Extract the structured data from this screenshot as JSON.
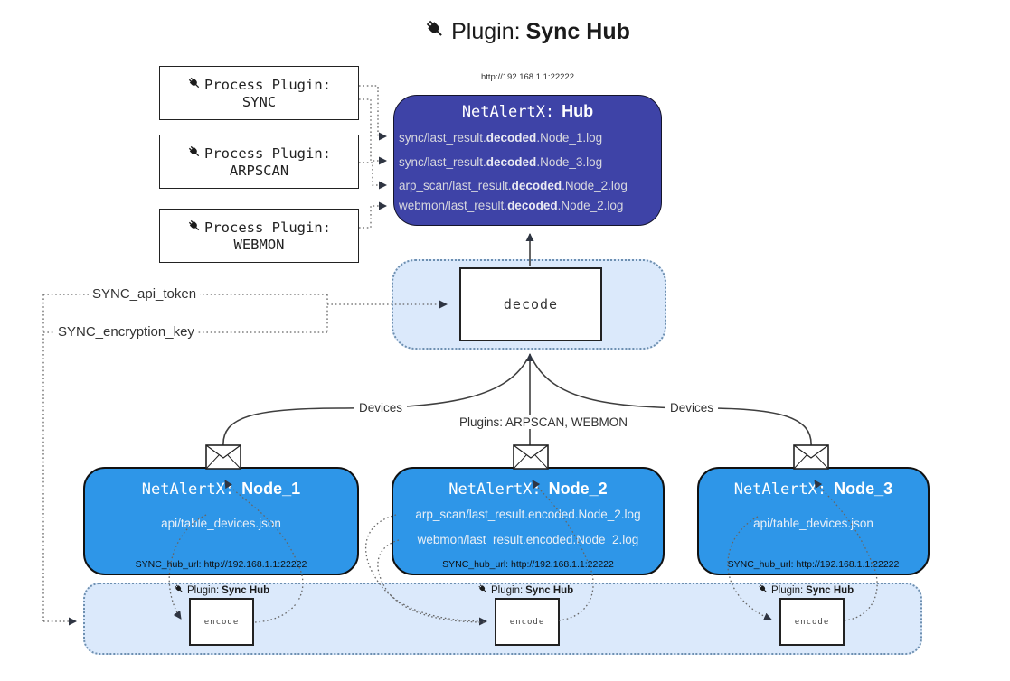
{
  "title": {
    "icon": "plug-icon",
    "prefix": "Plugin:",
    "name": "Sync Hub"
  },
  "process_plugins": [
    {
      "icon": "plug-icon",
      "label": "Process Plugin:",
      "name": "SYNC"
    },
    {
      "icon": "plug-icon",
      "label": "Process Plugin:",
      "name": "ARPSCAN"
    },
    {
      "icon": "plug-icon",
      "label": "Process Plugin:",
      "name": "WEBMON"
    }
  ],
  "hub": {
    "url": "http://192.168.1.1:22222",
    "title_prefix": "NetAlertX:",
    "title_name": "Hub",
    "files": [
      {
        "pre": "sync/last_result.",
        "bold": "decoded",
        "post": ".Node_1.log"
      },
      {
        "pre": "sync/last_result.",
        "bold": "decoded",
        "post": ".Node_3.log"
      },
      {
        "pre": "arp_scan/last_result.",
        "bold": "decoded",
        "post": ".Node_2.log"
      },
      {
        "pre": "webmon/last_result.",
        "bold": "decoded",
        "post": ".Node_2.log"
      }
    ]
  },
  "decode": {
    "label": "decode"
  },
  "settings": {
    "api_token": "SYNC_api_token",
    "encryption_key": "SYNC_encryption_key"
  },
  "edge_labels": {
    "left": "Devices",
    "middle": "Plugins: ARPSCAN, WEBMON",
    "right": "Devices"
  },
  "nodes": [
    {
      "icon": "envelope-icon",
      "title_prefix": "NetAlertX:",
      "title_name": "Node_1",
      "files": [
        "api/table_devices.json"
      ],
      "footer": "SYNC_hub_url: http://192.168.1.1:22222"
    },
    {
      "icon": "envelope-icon",
      "title_prefix": "NetAlertX:",
      "title_name": "Node_2",
      "files": [
        "arp_scan/last_result.encoded.Node_2.log",
        "webmon/last_result.encoded.Node_2.log"
      ],
      "footer": "SYNC_hub_url: http://192.168.1.1:22222"
    },
    {
      "icon": "envelope-icon",
      "title_prefix": "NetAlertX:",
      "title_name": "Node_3",
      "files": [
        "api/table_devices.json"
      ],
      "footer": "SYNC_hub_url: http://192.168.1.1:22222"
    }
  ],
  "encoders": [
    {
      "icon": "plug-icon",
      "label_prefix": "Plugin:",
      "label_name": "Sync Hub",
      "box": "encode"
    },
    {
      "icon": "plug-icon",
      "label_prefix": "Plugin:",
      "label_name": "Sync Hub",
      "box": "encode"
    },
    {
      "icon": "plug-icon",
      "label_prefix": "Plugin:",
      "label_name": "Sync Hub",
      "box": "encode"
    }
  ],
  "colors": {
    "hub_fill": "#3e43a7",
    "node_fill": "#2e96e8",
    "container_fill": "#dbe9fb",
    "container_border": "#6d8fb0",
    "hub_text": "#d7d7de",
    "wire": "#3f3f3f"
  }
}
